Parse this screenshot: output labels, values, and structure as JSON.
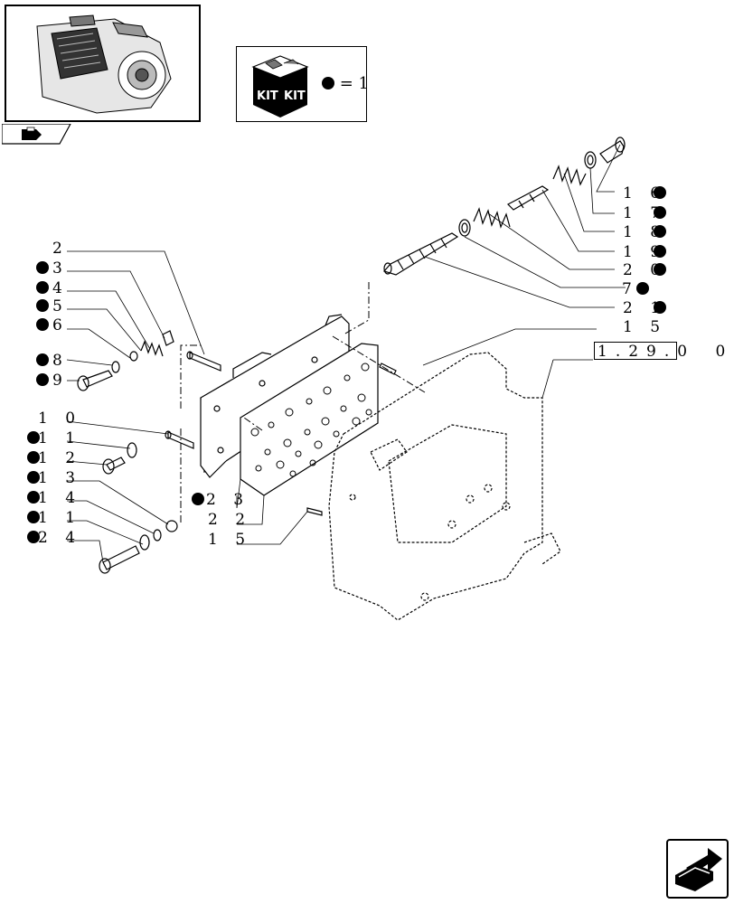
{
  "kit_legend": {
    "equals_label": "= 1",
    "kit_word": "KIT"
  },
  "reference": {
    "code": "1.29.0",
    "code_suffix": "0"
  },
  "callouts": [
    {
      "id": "c16",
      "text": "1 6",
      "in_kit": true
    },
    {
      "id": "c17",
      "text": "1 7",
      "in_kit": true
    },
    {
      "id": "c18",
      "text": "1 8",
      "in_kit": true
    },
    {
      "id": "c19",
      "text": "1 9",
      "in_kit": true
    },
    {
      "id": "c20",
      "text": "2 0",
      "in_kit": true
    },
    {
      "id": "c7",
      "text": "7",
      "in_kit": true
    },
    {
      "id": "c21",
      "text": "2 1",
      "in_kit": true
    },
    {
      "id": "c15a",
      "text": "1 5",
      "in_kit": false
    },
    {
      "id": "c2",
      "text": "2",
      "in_kit": false
    },
    {
      "id": "c3",
      "text": "3",
      "in_kit": true
    },
    {
      "id": "c4",
      "text": "4",
      "in_kit": true
    },
    {
      "id": "c5",
      "text": "5",
      "in_kit": true
    },
    {
      "id": "c6",
      "text": "6",
      "in_kit": true
    },
    {
      "id": "c8",
      "text": "8",
      "in_kit": true
    },
    {
      "id": "c9",
      "text": "9",
      "in_kit": true
    },
    {
      "id": "c10",
      "text": "1 0",
      "in_kit": false
    },
    {
      "id": "c11a",
      "text": "1 1",
      "in_kit": true
    },
    {
      "id": "c12",
      "text": "1 2",
      "in_kit": true
    },
    {
      "id": "c13",
      "text": "1 3",
      "in_kit": true
    },
    {
      "id": "c14",
      "text": "1 4",
      "in_kit": true
    },
    {
      "id": "c11b",
      "text": "1 1",
      "in_kit": true
    },
    {
      "id": "c24",
      "text": "2 4",
      "in_kit": true
    },
    {
      "id": "c23",
      "text": "2 3",
      "in_kit": true
    },
    {
      "id": "c22",
      "text": "2 2",
      "in_kit": false
    },
    {
      "id": "c15b",
      "text": "1 5",
      "in_kit": false
    }
  ],
  "icons": {
    "thumbnail": "transmission-thumbnail-icon",
    "kit": "kit-box-icon",
    "nav_tab": "previous-page-icon",
    "nav_next": "next-page-arrow-icon"
  }
}
